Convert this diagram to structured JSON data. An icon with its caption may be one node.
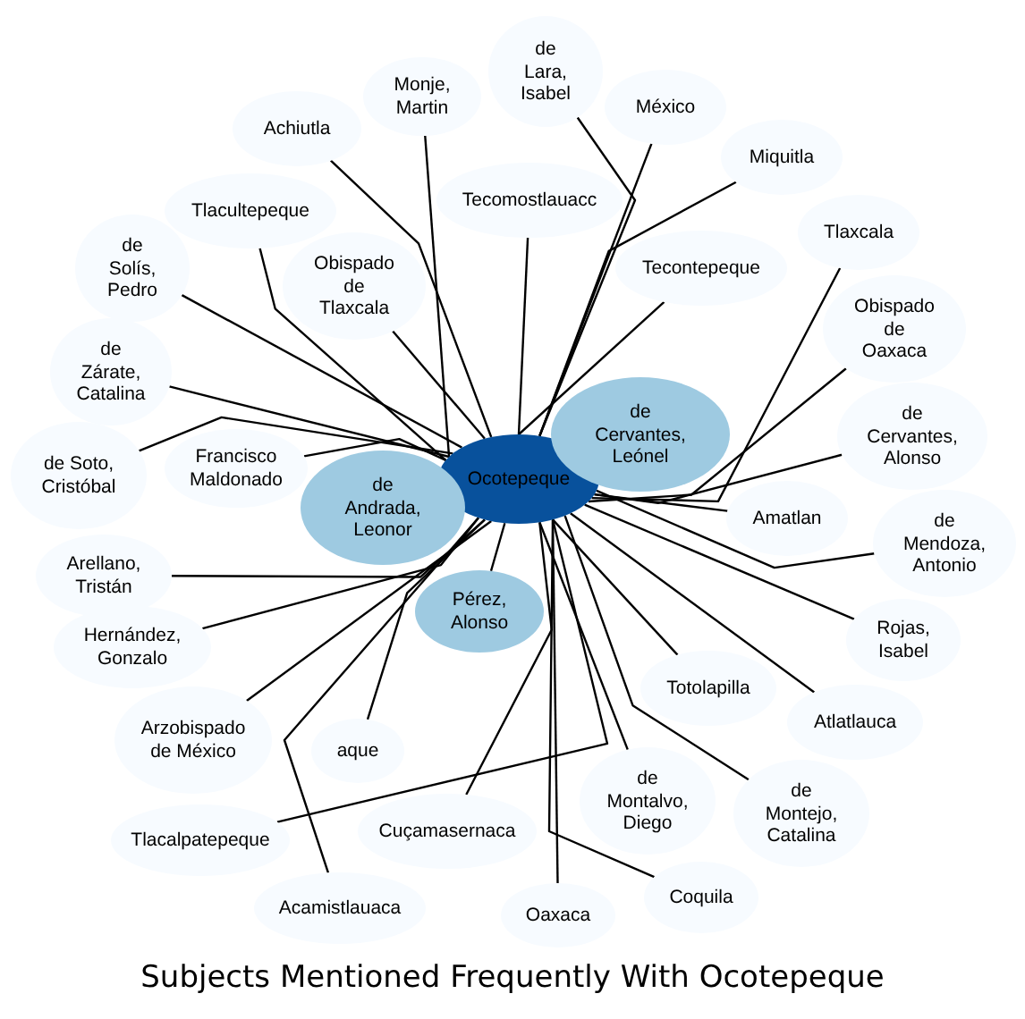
{
  "diagram": {
    "title": "Subjects Mentioned Frequently With Ocotepeque",
    "nodes": [
      {
        "text": [
          "Ocotepeque"
        ]
      },
      {
        "text": [
          "de Cervantes, Leónel"
        ]
      },
      {
        "text": [
          "de Andrada, Leonor"
        ]
      },
      {
        "text": [
          "Pérez, Alonso"
        ]
      },
      {
        "text": [
          "de Lara, Isabel"
        ]
      },
      {
        "text": [
          "Monje, Martin"
        ]
      },
      {
        "text": [
          "México"
        ]
      },
      {
        "text": [
          "Achiutla"
        ]
      },
      {
        "text": [
          "Miquitla"
        ]
      },
      {
        "text": [
          "Tecomostlauacc"
        ]
      },
      {
        "text": [
          "Tlacultepeque"
        ]
      },
      {
        "text": [
          "Tecontepeque"
        ]
      },
      {
        "text": [
          "Tlaxcala"
        ]
      },
      {
        "text": [
          "Obispado de Tlaxcala"
        ]
      },
      {
        "text": [
          "de Solís, Pedro"
        ]
      },
      {
        "text": [
          "Obispado de Oaxaca"
        ]
      },
      {
        "text": [
          "de Zárate, Catalina"
        ]
      },
      {
        "text": [
          "de Cervantes, Alonso"
        ]
      },
      {
        "text": [
          "de Soto, Cristóbal"
        ]
      },
      {
        "text": [
          "Francisco Maldonado"
        ]
      },
      {
        "text": [
          "de Mendoza, Antonio"
        ]
      },
      {
        "text": [
          "Amatlan"
        ]
      },
      {
        "text": [
          "Arellano, Tristán"
        ]
      },
      {
        "text": [
          "Rojas, Isabel"
        ]
      },
      {
        "text": [
          "Hernández, Gonzalo"
        ]
      },
      {
        "text": [
          "Totolapilla"
        ]
      },
      {
        "text": [
          "Arzobispado de México"
        ]
      },
      {
        "text": [
          "Atlatlauca"
        ]
      },
      {
        "text": [
          "Tlacalpatepeque"
        ]
      },
      {
        "text": [
          "aque"
        ]
      },
      {
        "text": [
          "Cuçamasernaca"
        ]
      },
      {
        "text": [
          "de Montalvo, Diego"
        ]
      },
      {
        "text": [
          "de Montejo, Catalina"
        ]
      },
      {
        "text": [
          "Acamistlauaca"
        ]
      },
      {
        "text": [
          "Oaxaca"
        ]
      },
      {
        "text": [
          "Coquila"
        ]
      }
    ],
    "edges": [
      {
        "from": 3,
        "to": 0,
        "arrow": "none"
      },
      {
        "from": 4,
        "to": 0,
        "arrow": "none"
      },
      {
        "from": 5,
        "to": 0,
        "arrow": "none"
      },
      {
        "from": 6,
        "to": 0,
        "arrow": "none"
      },
      {
        "from": 7,
        "to": 0,
        "arrow": "none"
      },
      {
        "from": 8,
        "to": 0,
        "arrow": "none"
      },
      {
        "from": 9,
        "to": 0,
        "arrow": "none"
      },
      {
        "from": 10,
        "to": 0,
        "arrow": "none"
      },
      {
        "from": 11,
        "to": 0,
        "arrow": "none"
      },
      {
        "from": 12,
        "to": 0,
        "arrow": "none"
      },
      {
        "from": 13,
        "to": 0,
        "arrow": "none"
      },
      {
        "from": 14,
        "to": 0,
        "arrow": "none"
      },
      {
        "from": 15,
        "to": 0,
        "arrow": "none"
      },
      {
        "from": 16,
        "to": 0,
        "arrow": "none"
      },
      {
        "from": 17,
        "to": 0,
        "arrow": "none"
      },
      {
        "from": 18,
        "to": 0,
        "arrow": "none"
      },
      {
        "from": 19,
        "to": 0,
        "arrow": "none"
      },
      {
        "from": 20,
        "to": 0,
        "arrow": "none"
      },
      {
        "from": 21,
        "to": 0,
        "arrow": "none"
      },
      {
        "from": 22,
        "to": 0,
        "arrow": "none"
      },
      {
        "from": 23,
        "to": 0,
        "arrow": "none"
      },
      {
        "from": 24,
        "to": 0,
        "arrow": "none"
      },
      {
        "from": 25,
        "to": 0,
        "arrow": "none"
      },
      {
        "from": 26,
        "to": 0,
        "arrow": "none"
      },
      {
        "from": 27,
        "to": 0,
        "arrow": "none"
      },
      {
        "from": 28,
        "to": 0,
        "arrow": "none"
      },
      {
        "from": 29,
        "to": 0,
        "arrow": "none"
      },
      {
        "from": 30,
        "to": 0,
        "arrow": "none"
      },
      {
        "from": 31,
        "to": 0,
        "arrow": "none"
      },
      {
        "from": 32,
        "to": 0,
        "arrow": "none"
      },
      {
        "from": 33,
        "to": 0,
        "arrow": "none"
      },
      {
        "from": 34,
        "to": 0,
        "arrow": "none"
      },
      {
        "from": 35,
        "to": 0,
        "arrow": "none"
      }
    ]
  }
}
